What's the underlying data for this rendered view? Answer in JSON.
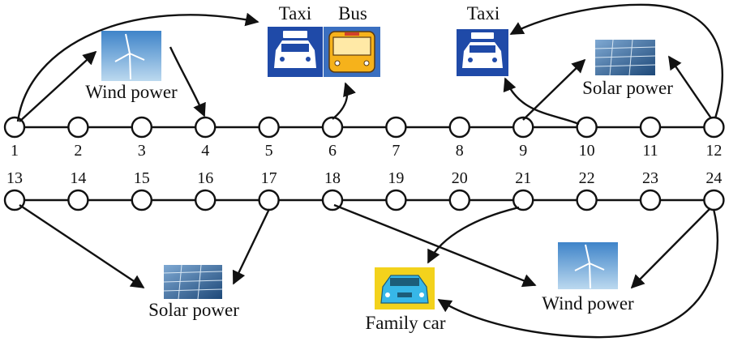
{
  "feeder_top": {
    "node_labels": [
      "1",
      "2",
      "3",
      "4",
      "5",
      "6",
      "7",
      "8",
      "9",
      "10",
      "11",
      "12"
    ]
  },
  "feeder_bottom": {
    "node_labels": [
      "13",
      "14",
      "15",
      "16",
      "17",
      "18",
      "19",
      "20",
      "21",
      "22",
      "23",
      "24"
    ]
  },
  "resources": {
    "wind_top": "Wind power",
    "taxi_left": "Taxi",
    "bus": "Bus",
    "taxi_right": "Taxi",
    "solar_top": "Solar power",
    "solar_bottom": "Solar power",
    "family_car": "Family car",
    "wind_bottom": "Wind power"
  },
  "colors": {
    "sky": "#6aa7d8",
    "solar_panel": "#2c5a8c",
    "taxi_bg": "#1f4aa8",
    "bus_bg": "#3a6fc0",
    "bus_body": "#f6b21b",
    "car_bg": "#f3d21c",
    "car_body": "#37b7e8"
  },
  "icons": [
    "wind-turbine-icon",
    "solar-panel-icon",
    "taxi-icon",
    "bus-icon",
    "family-car-icon"
  ]
}
